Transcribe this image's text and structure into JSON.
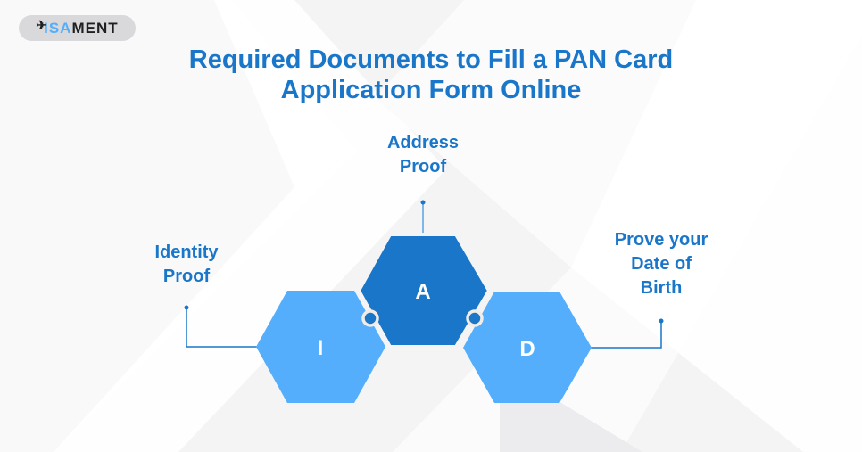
{
  "logo": {
    "plane_glyph": "✈",
    "part1": "VISA",
    "part1_visible": "ISA",
    "part2": "MENT"
  },
  "title": {
    "line1": "Required Documents to Fill a PAN Card",
    "line2": "Application Form Online"
  },
  "items": [
    {
      "letter": "A",
      "label_lines": [
        "Address",
        "Proof"
      ]
    },
    {
      "letter": "I",
      "label_lines": [
        "Identity",
        "Proof"
      ]
    },
    {
      "letter": "D",
      "label_lines": [
        "Prove your",
        "Date of",
        "Birth"
      ]
    }
  ],
  "colors": {
    "accent_dark": "#1976c9",
    "accent_light": "#54aefc",
    "title": "#1976c9"
  }
}
